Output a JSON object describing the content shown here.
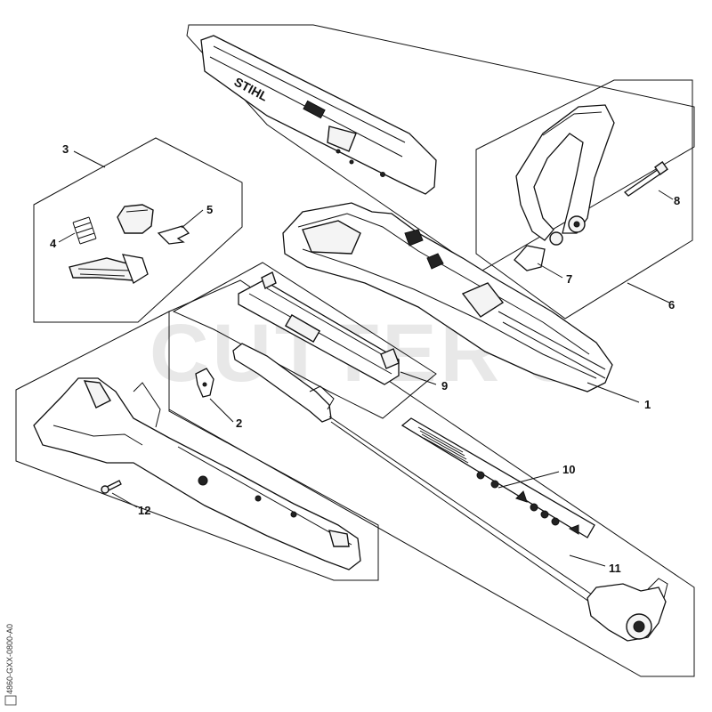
{
  "watermark": "CUTTER'S",
  "brand_text": "STIHL",
  "side_code": "4860-GXX-0800-A0",
  "callouts": [
    "1",
    "2",
    "3",
    "4",
    "5",
    "6",
    "7",
    "8",
    "9",
    "10",
    "11",
    "12"
  ]
}
